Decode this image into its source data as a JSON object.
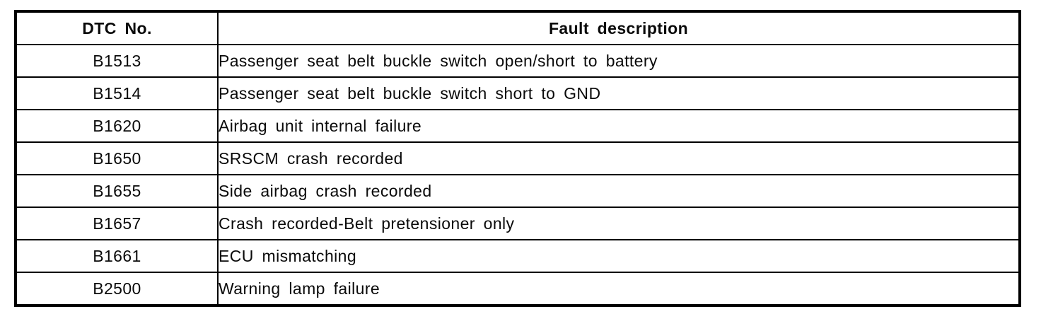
{
  "table": {
    "columns": {
      "dtc_header": "DTC No.",
      "description_header": "Fault description"
    },
    "rows": [
      {
        "dtc": "B1513",
        "description": "Passenger seat belt buckle switch open/short to battery"
      },
      {
        "dtc": "B1514",
        "description": "Passenger seat belt buckle switch short to GND"
      },
      {
        "dtc": "B1620",
        "description": "Airbag unit internal failure"
      },
      {
        "dtc": "B1650",
        "description": "SRSCM crash recorded"
      },
      {
        "dtc": "B1655",
        "description": "Side airbag crash recorded"
      },
      {
        "dtc": "B1657",
        "description": "Crash recorded-Belt pretensioner only"
      },
      {
        "dtc": "B1661",
        "description": "ECU mismatching"
      },
      {
        "dtc": "B2500",
        "description": "Warning lamp failure"
      }
    ],
    "colors": {
      "border": "#000000",
      "text": "#0a0a0a",
      "background": "#ffffff"
    }
  }
}
